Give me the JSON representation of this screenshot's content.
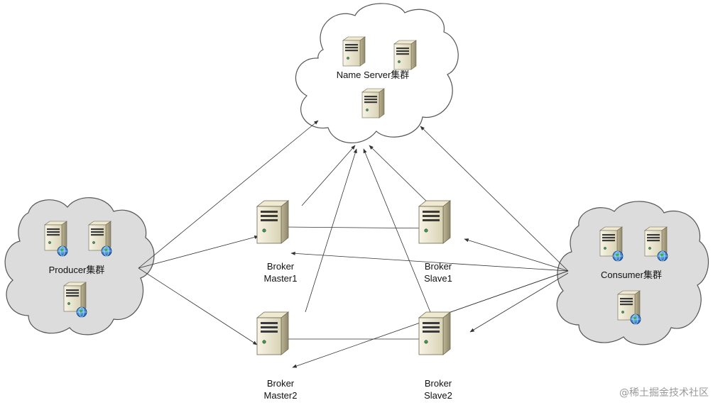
{
  "clusters": {
    "name_server": {
      "label": "Name Server集群"
    },
    "producer": {
      "label": "Producer集群"
    },
    "consumer": {
      "label": "Consumer集群"
    }
  },
  "brokers": {
    "master1": {
      "line1": "Broker",
      "line2": "Master1"
    },
    "slave1": {
      "line1": "Broker",
      "line2": "Slave1"
    },
    "master2": {
      "line1": "Broker",
      "line2": "Master2"
    },
    "slave2": {
      "line1": "Broker",
      "line2": "Slave2"
    }
  },
  "watermark": "@稀土掘金技术社区",
  "colors": {
    "cloud_fill": "#dcdcdc",
    "cloud_stroke": "#555555",
    "server_body": "#e8e2c8",
    "globe": "#2a72c8",
    "arrow": "#333333"
  },
  "icons": [
    "server-icon",
    "globe-icon"
  ]
}
